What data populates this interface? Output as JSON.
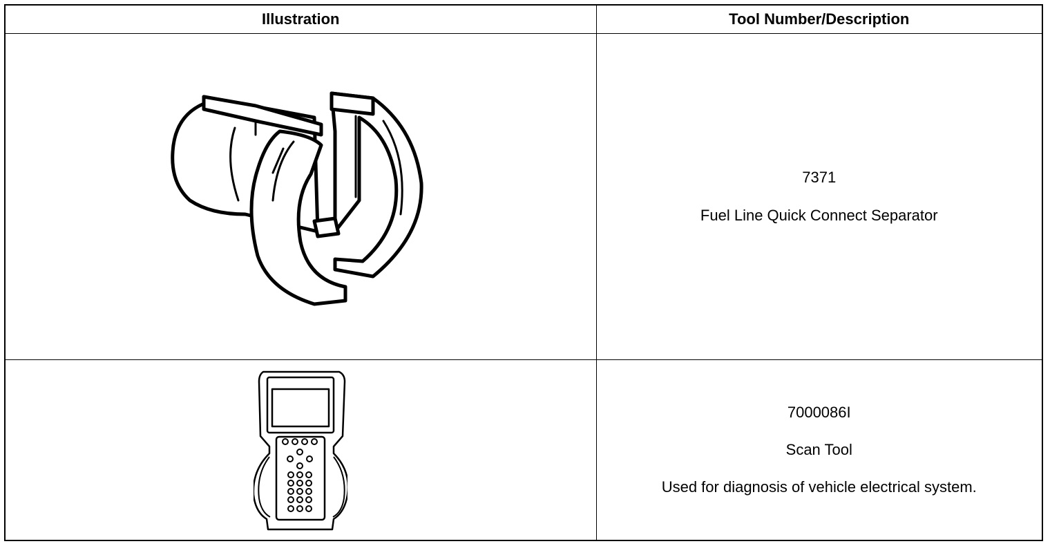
{
  "table": {
    "headers": {
      "illustration": "Illustration",
      "description": "Tool Number/Description"
    },
    "rows": [
      {
        "tool_number": "7371",
        "name": "Fuel Line Quick Connect Separator",
        "icon": "quick-connect-separator-illustration"
      },
      {
        "tool_number": "7000086I",
        "name": "Scan Tool",
        "usage": "Used for diagnosis of vehicle electrical system.",
        "icon": "scan-tool-illustration"
      }
    ]
  }
}
